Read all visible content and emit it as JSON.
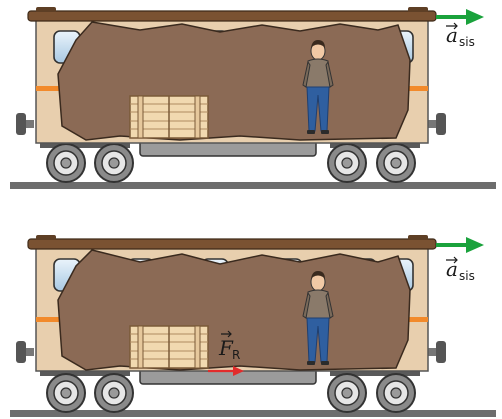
{
  "scenes": [
    {
      "acceleration_label": {
        "symbol": "a",
        "subscript": "sis"
      },
      "acceleration_color": "#1aa23c"
    },
    {
      "acceleration_label": {
        "symbol": "a",
        "subscript": "sis"
      },
      "acceleration_color": "#1aa23c",
      "force_label": {
        "symbol": "F",
        "subscript": "R"
      },
      "force_color": "#e22b2b"
    }
  ],
  "colors": {
    "roof": "#7a5232",
    "body": "#e8cfae",
    "interior": "#8b6a55",
    "window_glass": "#cfe4f4",
    "stripe": "#f28a2b",
    "rail": "#6d6d6d",
    "wheel": "#8a8a8a",
    "crate": "#f1d9b0"
  }
}
